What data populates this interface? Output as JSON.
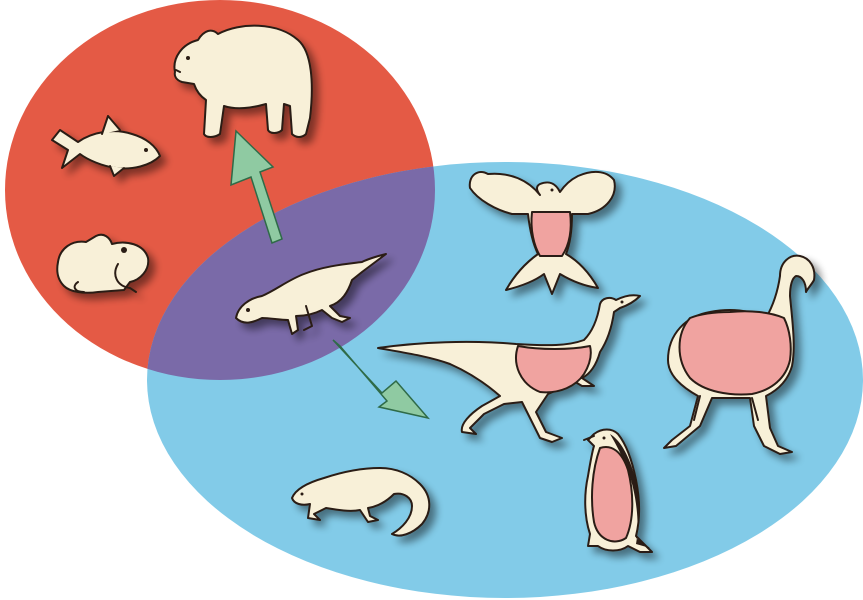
{
  "diagram": {
    "sets": [
      {
        "id": "red-set",
        "color": "#e45a45"
      },
      {
        "id": "blue-set",
        "color": "#82cbe8"
      }
    ],
    "overlap_color": "#7a6aa8",
    "arrow_color": "#8fcaa2",
    "animal_fill": "#f8f0d8",
    "highlight_fill": "#f0a3a0",
    "animals": [
      {
        "id": "bear",
        "icon": "bear-icon",
        "set": "red"
      },
      {
        "id": "fish",
        "icon": "fish-icon",
        "set": "red"
      },
      {
        "id": "frog",
        "icon": "frog-icon",
        "set": "red"
      },
      {
        "id": "reptile-ancestor",
        "icon": "reptile-icon",
        "set": "overlap"
      },
      {
        "id": "bird",
        "icon": "bird-icon",
        "set": "blue",
        "highlighted": true
      },
      {
        "id": "dinosaur",
        "icon": "dinosaur-icon",
        "set": "blue",
        "highlighted": true
      },
      {
        "id": "moa",
        "icon": "moa-icon",
        "set": "blue",
        "highlighted": true
      },
      {
        "id": "penguin",
        "icon": "penguin-icon",
        "set": "blue",
        "highlighted": true
      },
      {
        "id": "lizard",
        "icon": "lizard-icon",
        "set": "blue"
      }
    ],
    "arrows": [
      {
        "from": "reptile-ancestor",
        "to": "bear"
      },
      {
        "from": "reptile-ancestor",
        "to": "dinosaur"
      }
    ]
  }
}
